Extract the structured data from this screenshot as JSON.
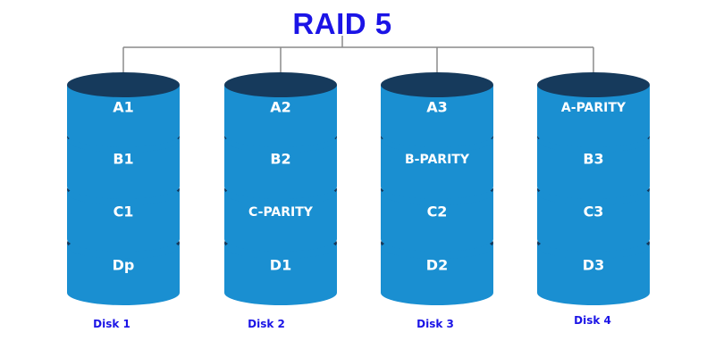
{
  "title": "RAID 5",
  "colors": {
    "title": "#1b14e6",
    "connector": "#8a8a8a",
    "disk_body": "#1a8fd1",
    "disk_top": "#163a5c",
    "disk_separator": "#16385a",
    "block_text": "#ffffff",
    "label_text": "#1b14e6"
  },
  "disks": [
    {
      "label": "Disk 1",
      "blocks": [
        "A1",
        "B1",
        "C1",
        "Dp"
      ]
    },
    {
      "label": "Disk 2",
      "blocks": [
        "A2",
        "B2",
        "C-PARITY",
        "D1"
      ]
    },
    {
      "label": "Disk 3",
      "blocks": [
        "A3",
        "B-PARITY",
        "C2",
        "D2"
      ]
    },
    {
      "label": "Disk 4",
      "blocks": [
        "A-PARITY",
        "B3",
        "C3",
        "D3"
      ]
    }
  ]
}
